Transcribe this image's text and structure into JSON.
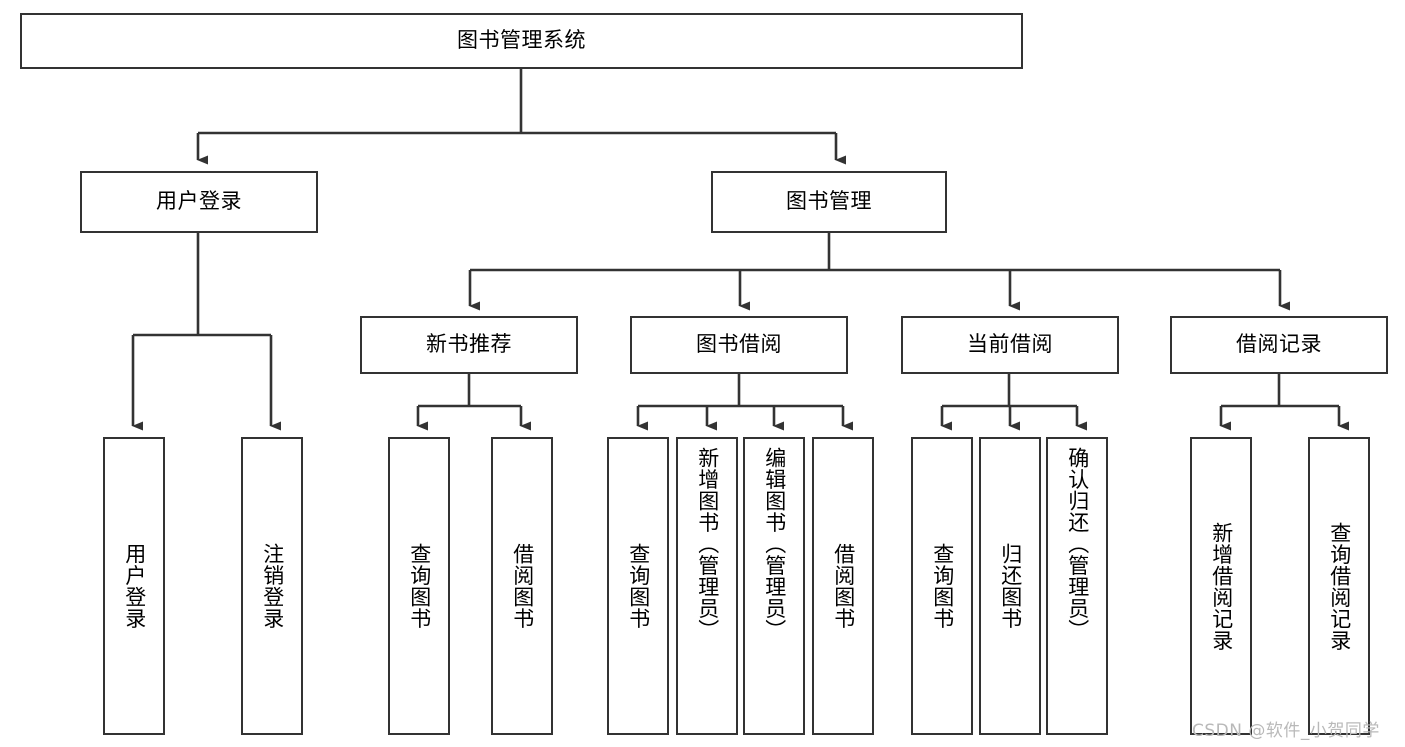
{
  "diagram": {
    "type": "tree",
    "title": "图书管理系统",
    "root": {
      "label": "图书管理系统"
    },
    "level2": [
      {
        "label": "用户登录"
      },
      {
        "label": "图书管理"
      }
    ],
    "level3": [
      {
        "label": "新书推荐"
      },
      {
        "label": "图书借阅"
      },
      {
        "label": "当前借阅"
      },
      {
        "label": "借阅记录"
      }
    ],
    "leaves": {
      "user_login": [
        {
          "label": "用户登录"
        },
        {
          "label": "注销登录"
        }
      ],
      "new_book_recommend": [
        {
          "label": "查询图书"
        },
        {
          "label": "借阅图书"
        }
      ],
      "book_borrow": [
        {
          "label": "查询图书"
        },
        {
          "label": "新增图书（管理员）"
        },
        {
          "label": "编辑图书（管理员）"
        },
        {
          "label": "借阅图书"
        }
      ],
      "current_borrow": [
        {
          "label": "查询图书"
        },
        {
          "label": "归还图书"
        },
        {
          "label": "确认归还（管理员）"
        }
      ],
      "borrow_record": [
        {
          "label": "新增借阅记录"
        },
        {
          "label": "查询借阅记录"
        }
      ]
    }
  },
  "watermark": {
    "text": "CSDN @软件_小贺同学"
  },
  "colors": {
    "stroke": "#333333",
    "background": "#ffffff",
    "text": "#000000",
    "watermark": "#b9b9b9"
  }
}
